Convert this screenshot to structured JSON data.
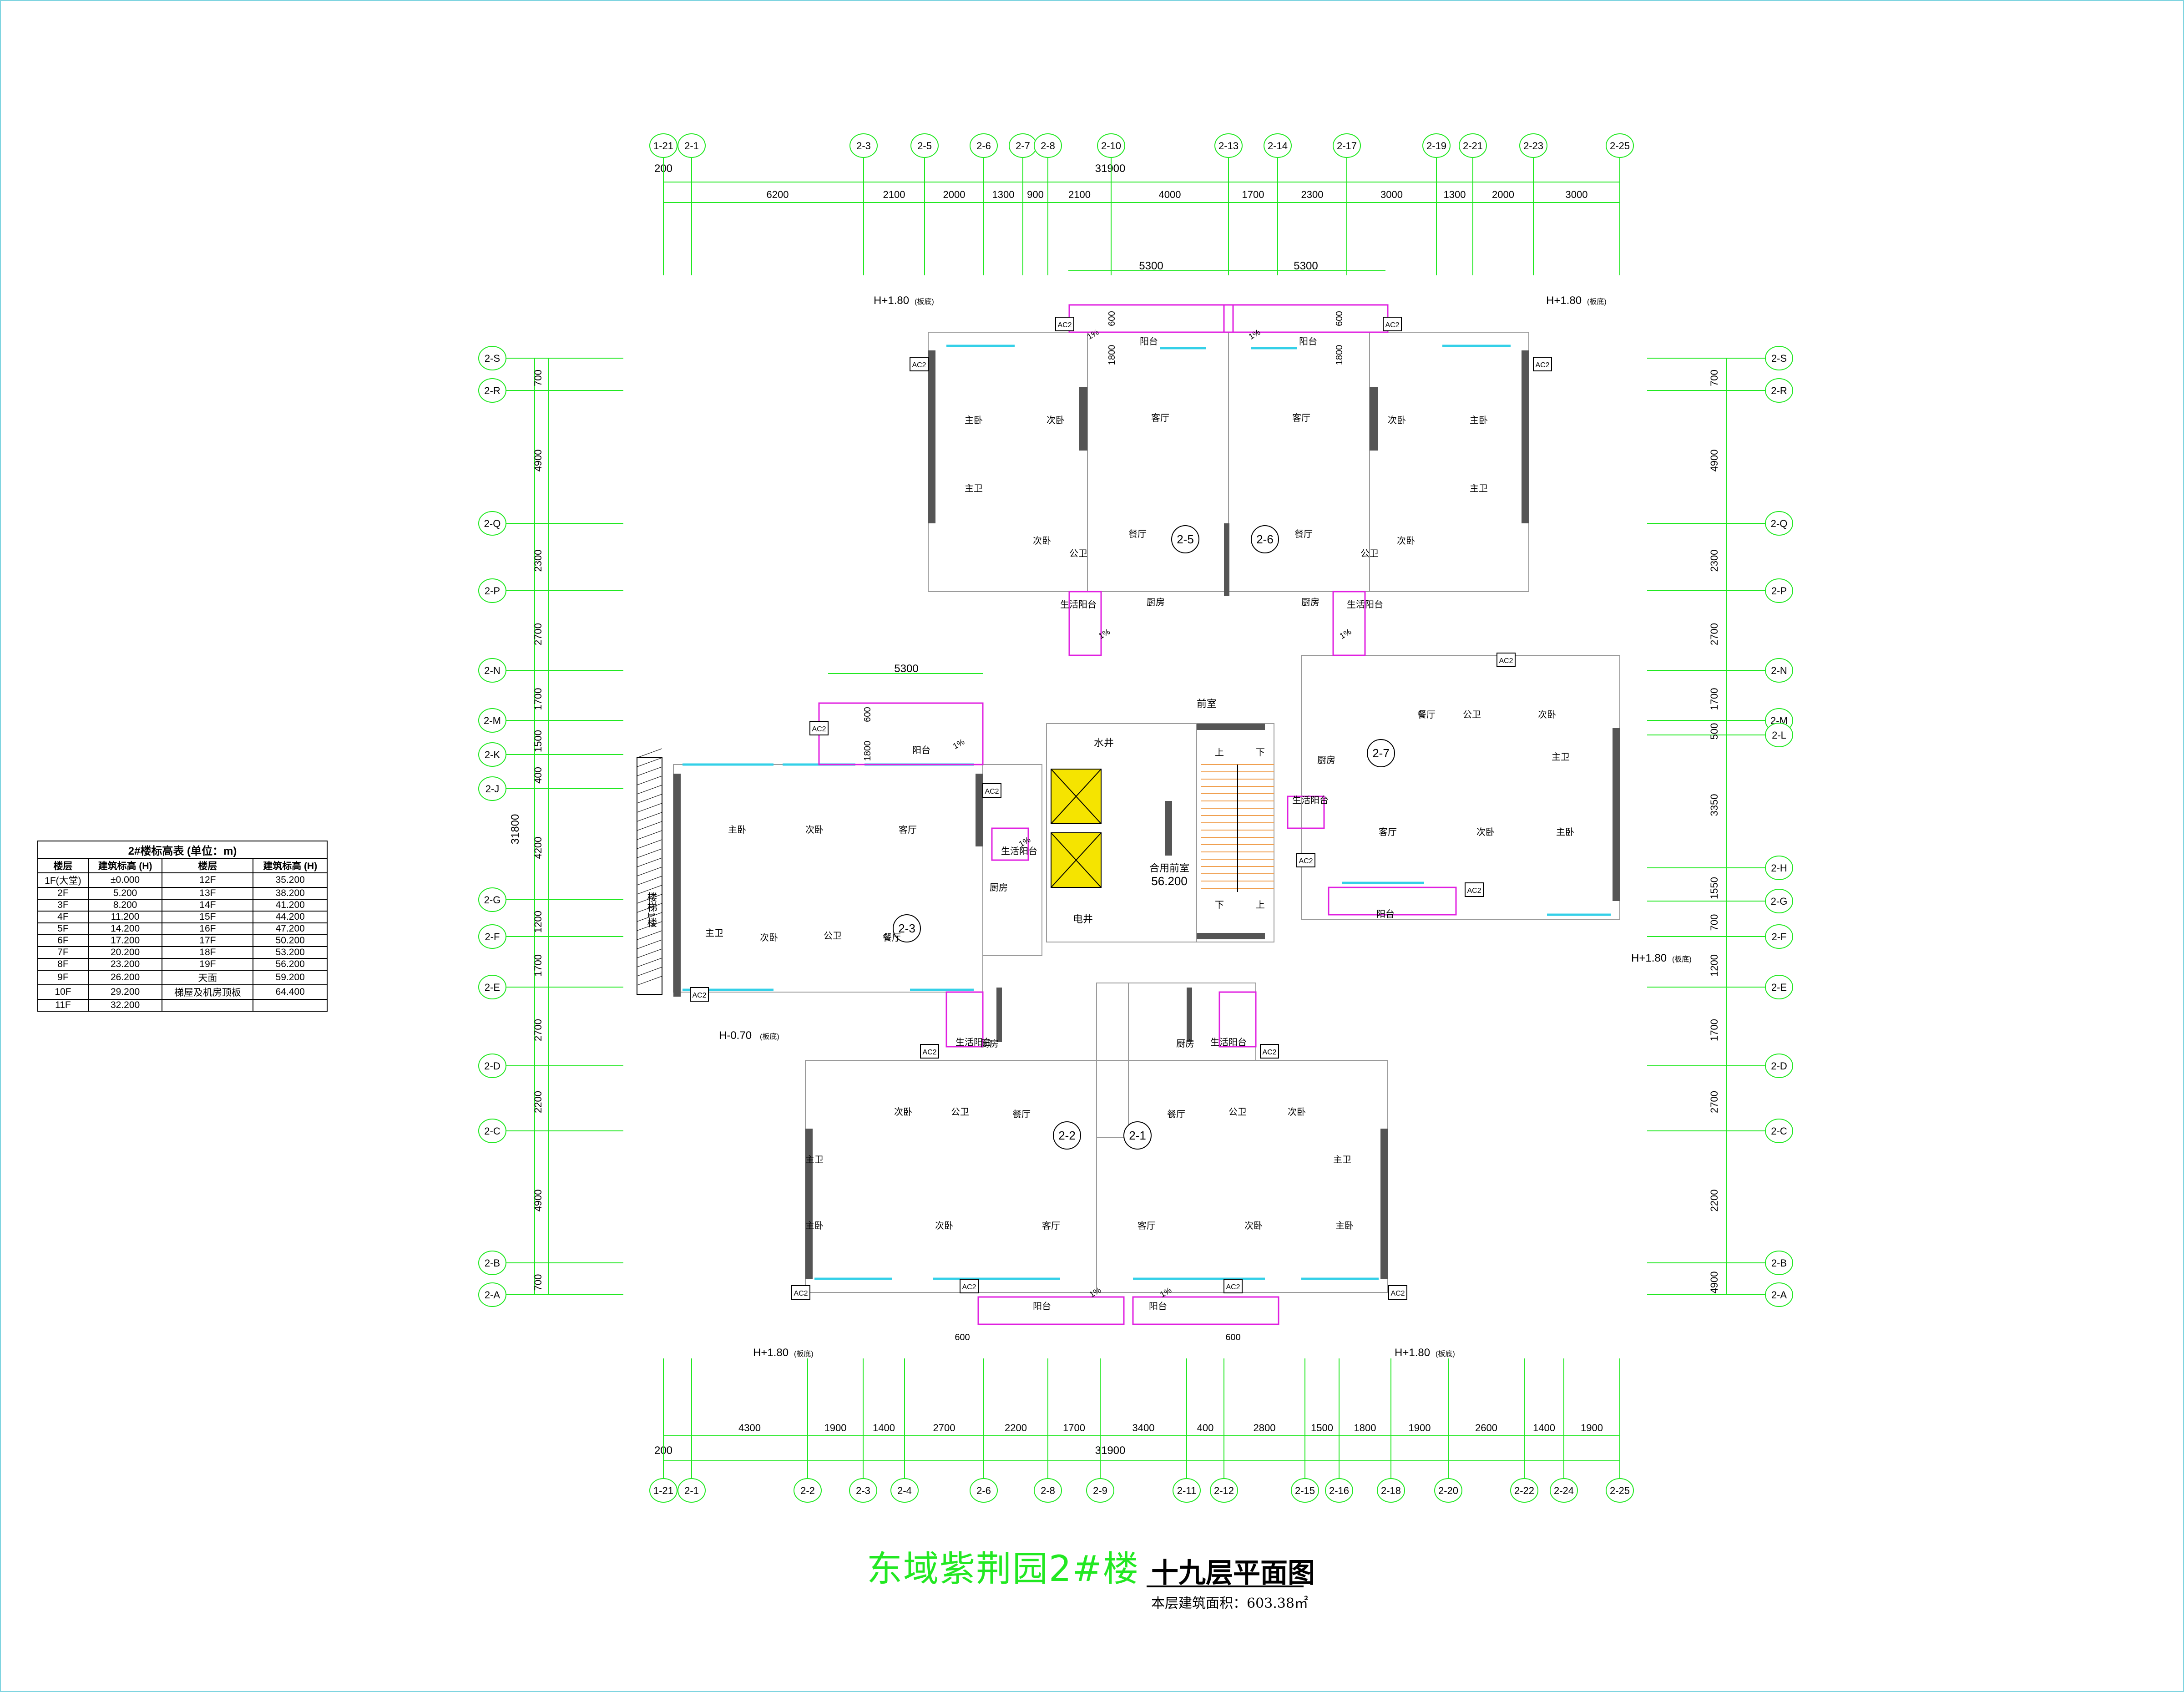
{
  "drawing": {
    "title": "东域紫荆园2#楼",
    "subtitle": "十九层平面图",
    "area_note": "本层建筑面积：603.38㎡"
  },
  "elevation_table": {
    "caption": "2#楼标高表 (单位：m)",
    "headers": [
      "楼层",
      "建筑标高 (H)",
      "楼层",
      "建筑标高 (H)"
    ],
    "rows": [
      [
        "1F(大堂)",
        "±0.000",
        "12F",
        "35.200"
      ],
      [
        "2F",
        "5.200",
        "13F",
        "38.200"
      ],
      [
        "3F",
        "8.200",
        "14F",
        "41.200"
      ],
      [
        "4F",
        "11.200",
        "15F",
        "44.200"
      ],
      [
        "5F",
        "14.200",
        "16F",
        "47.200"
      ],
      [
        "6F",
        "17.200",
        "17F",
        "50.200"
      ],
      [
        "7F",
        "20.200",
        "18F",
        "53.200"
      ],
      [
        "8F",
        "23.200",
        "19F",
        "56.200"
      ],
      [
        "9F",
        "26.200",
        "天面",
        "59.200"
      ],
      [
        "10F",
        "29.200",
        "梯屋及机房顶板",
        "64.400"
      ],
      [
        "11F",
        "32.200",
        "",
        ""
      ]
    ]
  },
  "top_axes": [
    "1-21",
    "2-1",
    "2-3",
    "2-5",
    "2-6",
    "2-7",
    "2-8",
    "2-10",
    "2-13",
    "2-14",
    "2-17",
    "2-19",
    "2-21",
    "2-23",
    "2-25"
  ],
  "bottom_axes": [
    "1-21",
    "2-1",
    "2-2",
    "2-3",
    "2-4",
    "2-6",
    "2-8",
    "2-9",
    "2-11",
    "2-12",
    "2-15",
    "2-16",
    "2-18",
    "2-20",
    "2-22",
    "2-24",
    "2-25"
  ],
  "left_axes": [
    "2-S",
    "2-R",
    "2-Q",
    "2-P",
    "2-N",
    "2-M",
    "2-K",
    "2-J",
    "2-G",
    "2-F",
    "2-E",
    "2-D",
    "2-C",
    "2-B",
    "2-A"
  ],
  "right_axes": [
    "2-S",
    "2-R",
    "2-Q",
    "2-P",
    "2-N",
    "2-M",
    "2-L",
    "2-H",
    "2-G",
    "2-F",
    "2-E",
    "2-D",
    "2-C",
    "2-B",
    "2-A"
  ],
  "top_dims": {
    "overall": "31900",
    "offset": "200",
    "spans": [
      "6200",
      "2100",
      "2000",
      "1300",
      "900",
      "2100",
      "4000",
      "1700",
      "2300",
      "3000",
      "1300",
      "2000",
      "3000"
    ],
    "balcony_left": "5300",
    "balcony_right": "5300"
  },
  "bottom_dims": {
    "overall": "31900",
    "offset": "200",
    "spans": [
      "4300",
      "1900",
      "1400",
      "2700",
      "2200",
      "1700",
      "3400",
      "400",
      "2800",
      "1500",
      "1800",
      "1900",
      "2600",
      "1400",
      "1900"
    ]
  },
  "left_dims": {
    "overall": "31800",
    "spans": [
      "700",
      "4900",
      "2300",
      "2700",
      "1700",
      "1500",
      "400",
      "4200",
      "1200",
      "1700",
      "2700",
      "2200",
      "4900",
      "700"
    ]
  },
  "right_dims": {
    "spans": [
      "700",
      "4900",
      "2300",
      "2700",
      "1700",
      "500",
      "3350",
      "1550",
      "700",
      "1200",
      "1700",
      "2700",
      "2200",
      "4900",
      "700"
    ]
  },
  "units": [
    {
      "id": "2-5",
      "rooms": [
        "主卧",
        "次卧",
        "客厅",
        "次卧",
        "餐厅",
        "公卫",
        "主卫",
        "厨房",
        "阳台",
        "生活阳台"
      ]
    },
    {
      "id": "2-6",
      "rooms": [
        "主卧",
        "次卧",
        "客厅",
        "次卧",
        "餐厅",
        "公卫",
        "主卫",
        "厨房",
        "阳台",
        "生活阳台"
      ]
    },
    {
      "id": "2-3",
      "rooms": [
        "主卧",
        "次卧",
        "客厅",
        "次卧",
        "餐厅",
        "公卫",
        "主卫",
        "厨房",
        "阳台",
        "生活阳台"
      ]
    },
    {
      "id": "2-7",
      "rooms": [
        "主卧",
        "次卧",
        "客厅",
        "次卧",
        "餐厅",
        "公卫",
        "主卫",
        "厨房",
        "阳台",
        "生活阳台"
      ]
    },
    {
      "id": "2-2",
      "rooms": [
        "主卧",
        "次卧",
        "客厅",
        "次卧",
        "餐厅",
        "公卫",
        "主卫",
        "厨房",
        "阳台",
        "生活阳台"
      ]
    },
    {
      "id": "2-1",
      "rooms": [
        "主卧",
        "次卧",
        "客厅",
        "次卧",
        "餐厅",
        "公卫",
        "主卫",
        "厨房",
        "阳台",
        "生活阳台"
      ]
    }
  ],
  "core": {
    "front_room": "前室",
    "water_shaft": "水井",
    "elec_shaft": "电井",
    "shared_lobby": "合用前室",
    "lobby_level": "56.200",
    "stair_up": "上",
    "stair_down": "下",
    "stair_label": "楼梯1楼"
  },
  "level_notes": {
    "top_left": "H+1.80",
    "top_right": "H+1.80",
    "right": "H+1.80",
    "bottom_left": "H+1.80",
    "bottom_right": "H+1.80",
    "left": "H-0.70",
    "small_tag": "(板底)"
  },
  "tags": {
    "ac": "AC2",
    "slope": "1%",
    "balcony_600": "600",
    "balcony_1800": "1800"
  },
  "colors": {
    "axis_green": "#22e822",
    "wall_dark": "#555555",
    "window_cyan": "#34d0e8",
    "balcony_magenta": "#e020e0",
    "stair_orange": "#f0a050",
    "elevator_yellow": "#f5e400",
    "frame_cyan": "#7fd4e0"
  }
}
